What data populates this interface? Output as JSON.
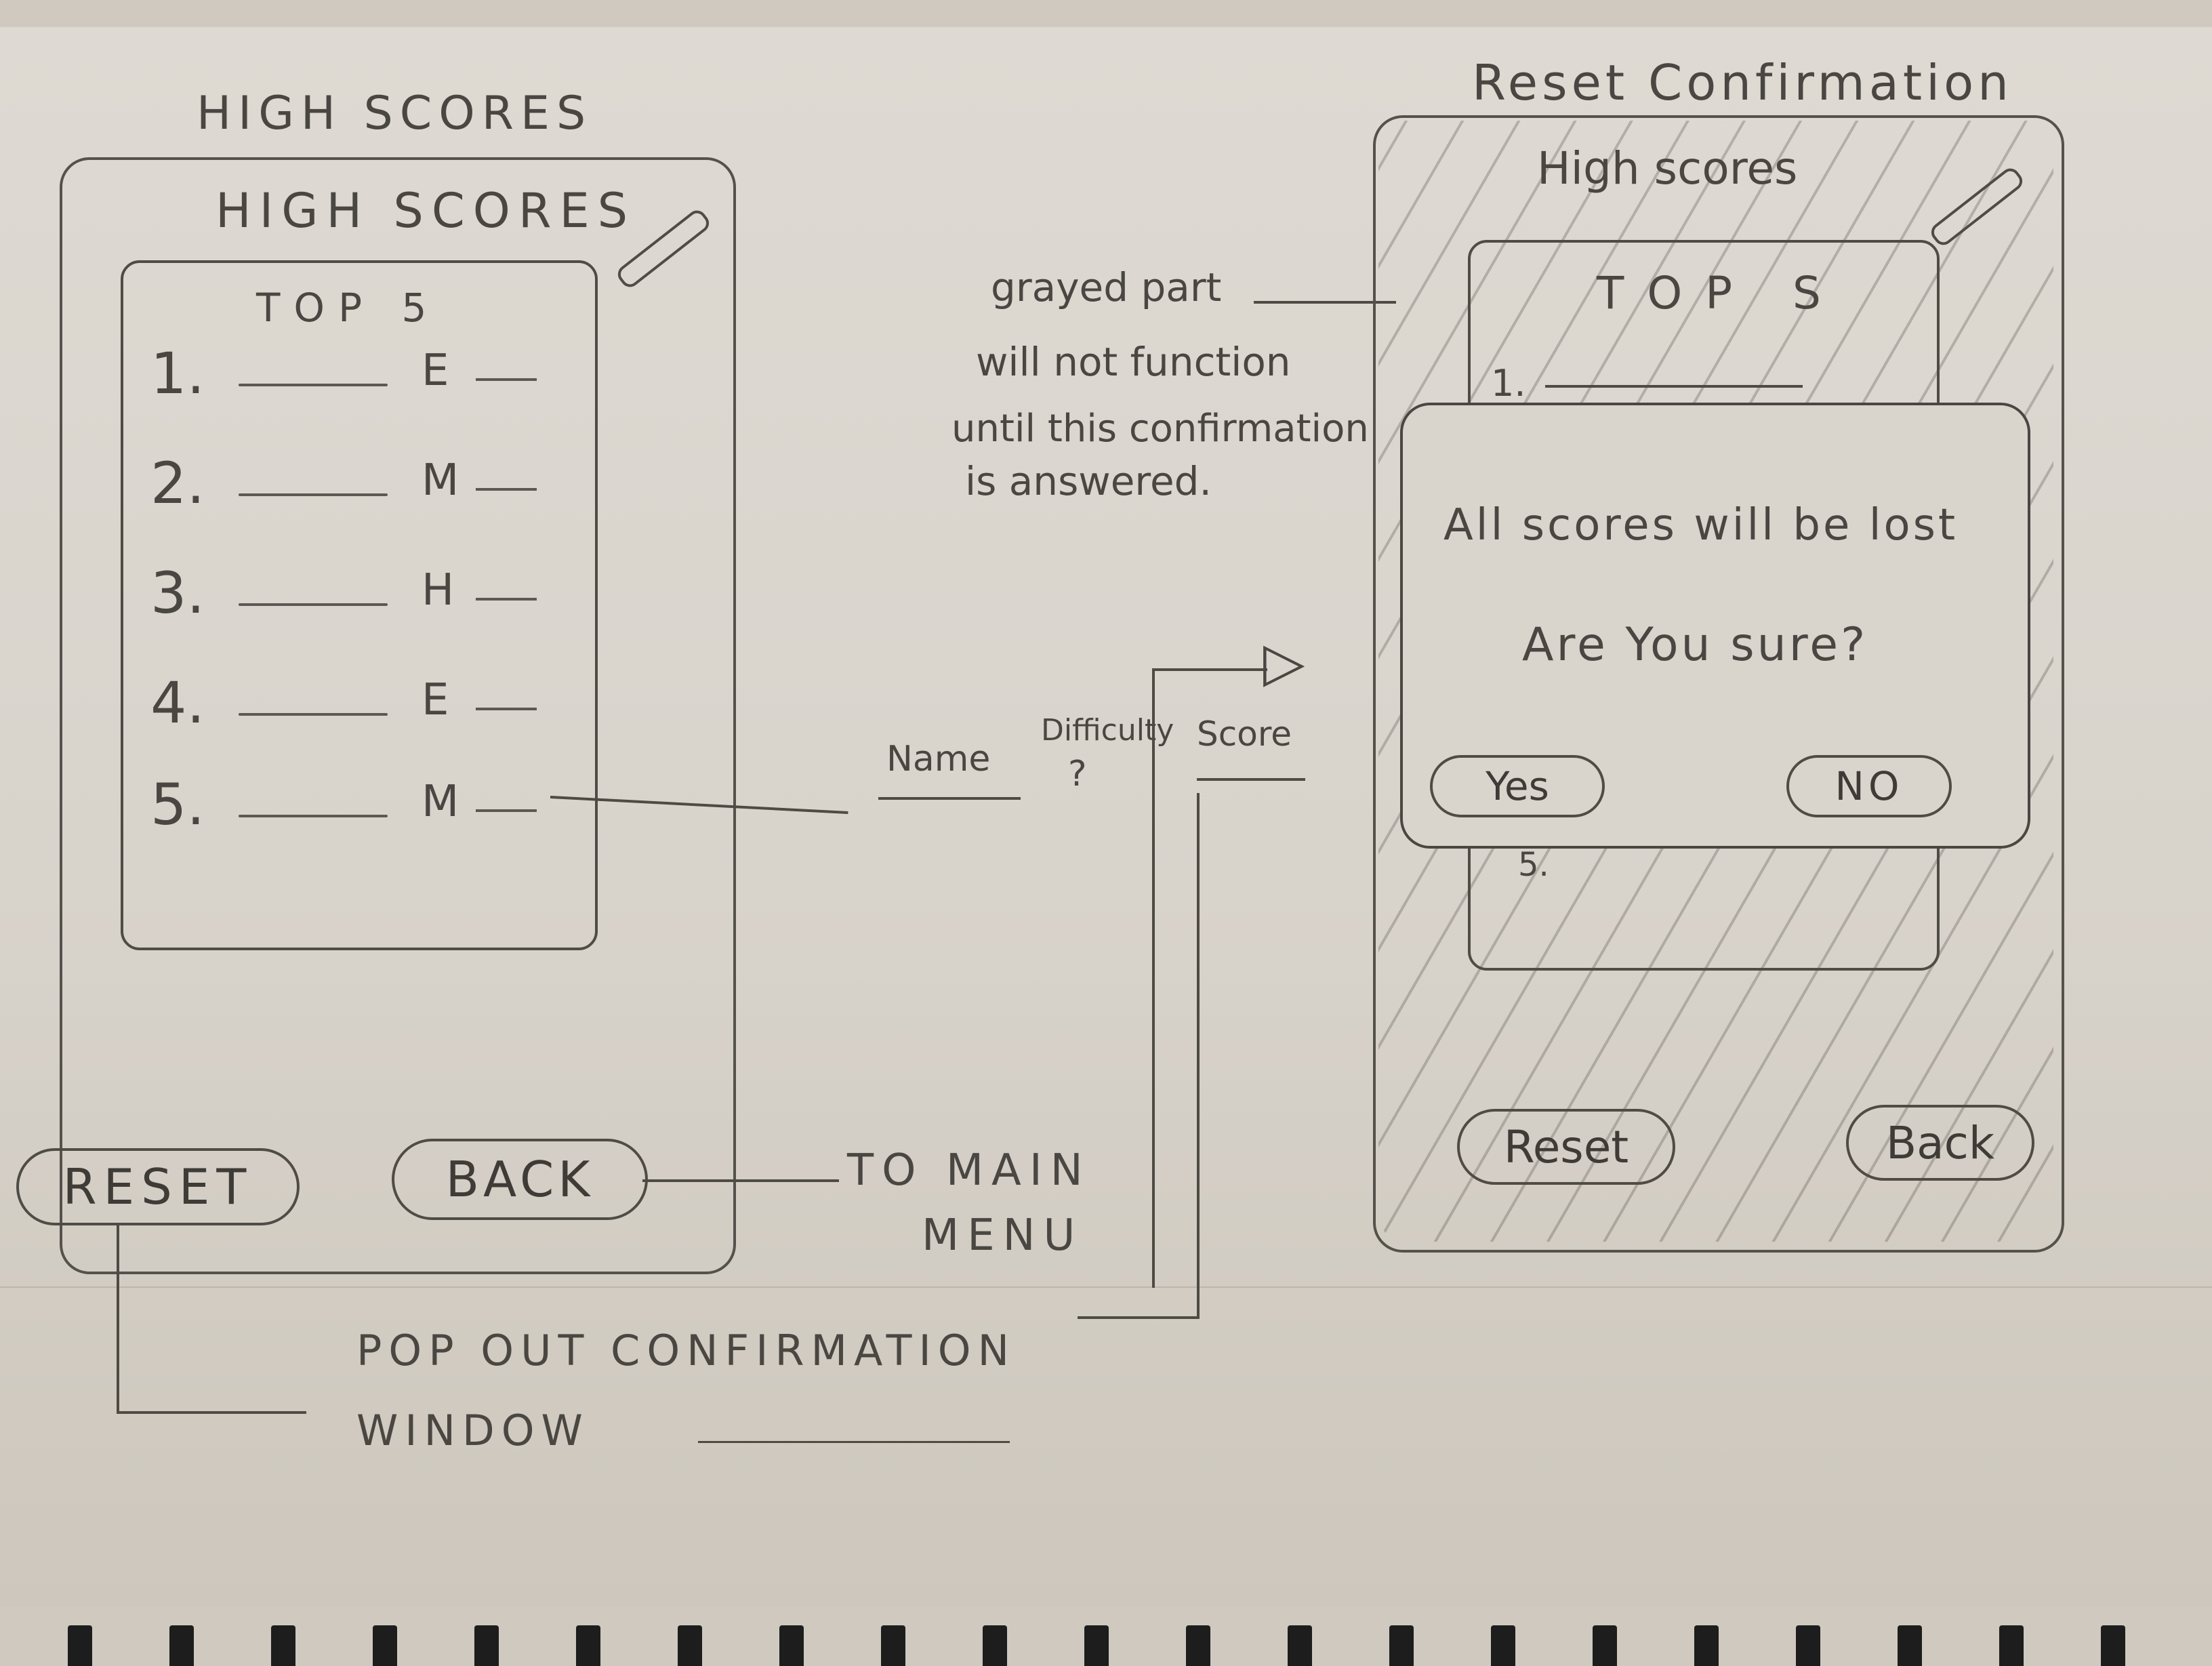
{
  "left_mockup": {
    "caption": "HIGH SCORES",
    "screen_title": "HIGH SCORES",
    "list_title": "TOP 5",
    "rows": [
      {
        "rank": "1.",
        "difficulty": "E"
      },
      {
        "rank": "2.",
        "difficulty": "M"
      },
      {
        "rank": "3.",
        "difficulty": "H"
      },
      {
        "rank": "4.",
        "difficulty": "E"
      },
      {
        "rank": "5.",
        "difficulty": "M"
      }
    ],
    "reset_label": "RESET",
    "back_label": "BACK"
  },
  "right_mockup": {
    "caption": "Reset Confirmation",
    "screen_title": "High scores",
    "list_title": "TOP S",
    "first_row_rank": "1.",
    "last_row_rank": "5.",
    "dialog": {
      "message": "All scores will be lost",
      "question": "Are You sure?",
      "yes_label": "Yes",
      "no_label": "NO"
    },
    "reset_label": "Reset",
    "back_label": "Back"
  },
  "annotations": {
    "grayed_note": [
      "grayed part",
      "will not function",
      "until this confirmation",
      "is answered."
    ],
    "row_fields": {
      "name": "Name",
      "difficulty": "Difficulty",
      "difficulty_q": "?",
      "score": "Score"
    },
    "back_note": [
      "TO MAIN",
      "MENU"
    ],
    "reset_note": [
      "POP OUT CONFIRMATION",
      "WINDOW"
    ]
  }
}
